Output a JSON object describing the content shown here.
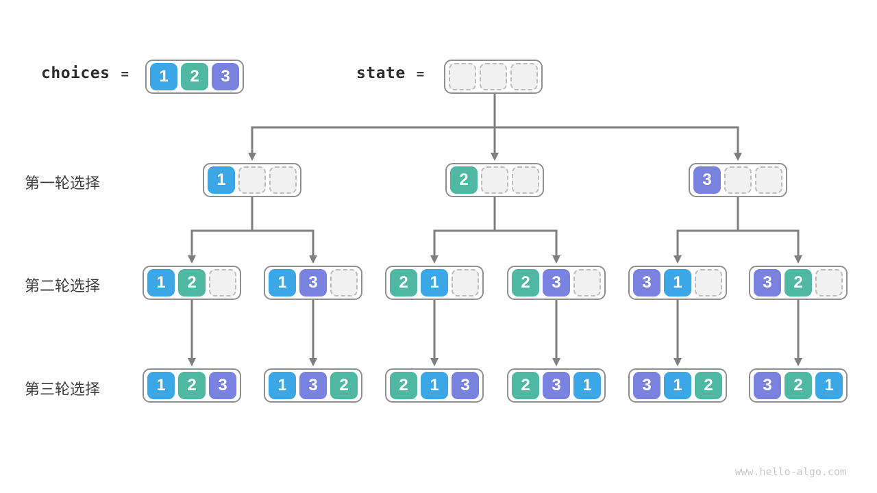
{
  "diagram": {
    "type": "backtracking-permutation-tree",
    "connector_color": "#7f7f7f",
    "box_border_color": "#8f8f8f",
    "empty_cell_color": "#f1f1f1"
  },
  "palette": {
    "1": "#3ca7e6",
    "2": "#4fb8a2",
    "3": "#7a82df"
  },
  "header": {
    "choices_label": "choices",
    "state_label": "state",
    "equals": "=",
    "choices_cells": [
      "1",
      "2",
      "3"
    ],
    "state_cells": [
      "",
      "",
      ""
    ]
  },
  "rows": [
    {
      "label": "第一轮选择",
      "nodes": [
        [
          "1",
          "",
          ""
        ],
        [
          "2",
          "",
          ""
        ],
        [
          "3",
          "",
          ""
        ]
      ]
    },
    {
      "label": "第二轮选择",
      "nodes": [
        [
          "1",
          "2",
          ""
        ],
        [
          "1",
          "3",
          ""
        ],
        [
          "2",
          "1",
          ""
        ],
        [
          "2",
          "3",
          ""
        ],
        [
          "3",
          "1",
          ""
        ],
        [
          "3",
          "2",
          ""
        ]
      ]
    },
    {
      "label": "第三轮选择",
      "nodes": [
        [
          "1",
          "2",
          "3"
        ],
        [
          "1",
          "3",
          "2"
        ],
        [
          "2",
          "1",
          "3"
        ],
        [
          "2",
          "3",
          "1"
        ],
        [
          "3",
          "1",
          "2"
        ],
        [
          "3",
          "2",
          "1"
        ]
      ]
    }
  ],
  "footer": {
    "watermark": "www.hello-algo.com"
  }
}
